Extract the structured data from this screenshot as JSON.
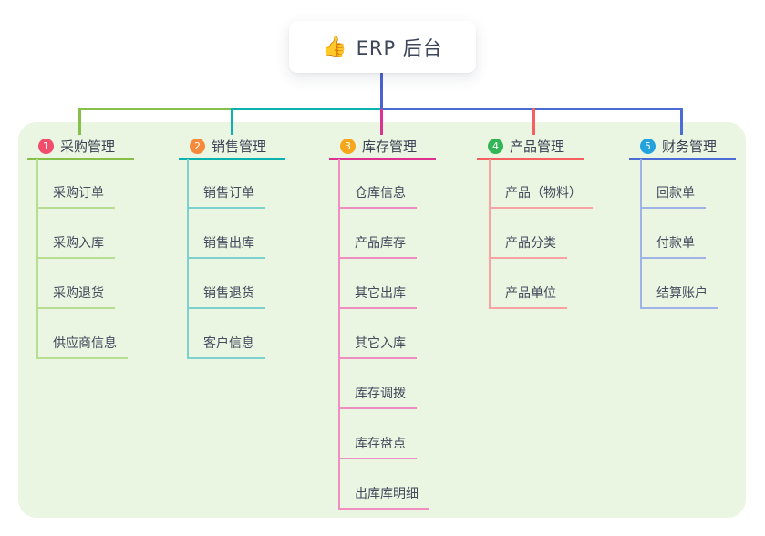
{
  "root": {
    "icon": "👍",
    "title": "ERP 后台"
  },
  "colors": {
    "root_line": "#4a62ce",
    "panel_bg": "#eaf5e2",
    "text_dark": "#3d465a"
  },
  "branches": [
    {
      "num": "1",
      "label": "采购管理",
      "line": "#86bf4a",
      "line_light": "#b6dd92",
      "badge": "#f14d6d",
      "children": [
        "采购订单",
        "采购入库",
        "采购退货",
        "供应商信息"
      ]
    },
    {
      "num": "2",
      "label": "销售管理",
      "line": "#0cb3ae",
      "line_light": "#7ed2cd",
      "badge": "#f7893b",
      "children": [
        "销售订单",
        "销售出库",
        "销售退货",
        "客户信息"
      ]
    },
    {
      "num": "3",
      "label": "库存管理",
      "line": "#dd3390",
      "line_light": "#ef8fc1",
      "badge": "#f7a61c",
      "children": [
        "仓库信息",
        "产品库存",
        "其它出库",
        "其它入库",
        "库存调拨",
        "库存盘点",
        "出库库明细"
      ]
    },
    {
      "num": "4",
      "label": "产品管理",
      "line": "#f55f5f",
      "line_light": "#f8a3a3",
      "badge": "#33b655",
      "children": [
        "产品（物料）",
        "产品分类",
        "产品单位"
      ]
    },
    {
      "num": "5",
      "label": "财务管理",
      "line": "#4b6bd5",
      "line_light": "#9fb3e8",
      "badge": "#23a2de",
      "children": [
        "回款单",
        "付款单",
        "结算账户"
      ]
    }
  ]
}
